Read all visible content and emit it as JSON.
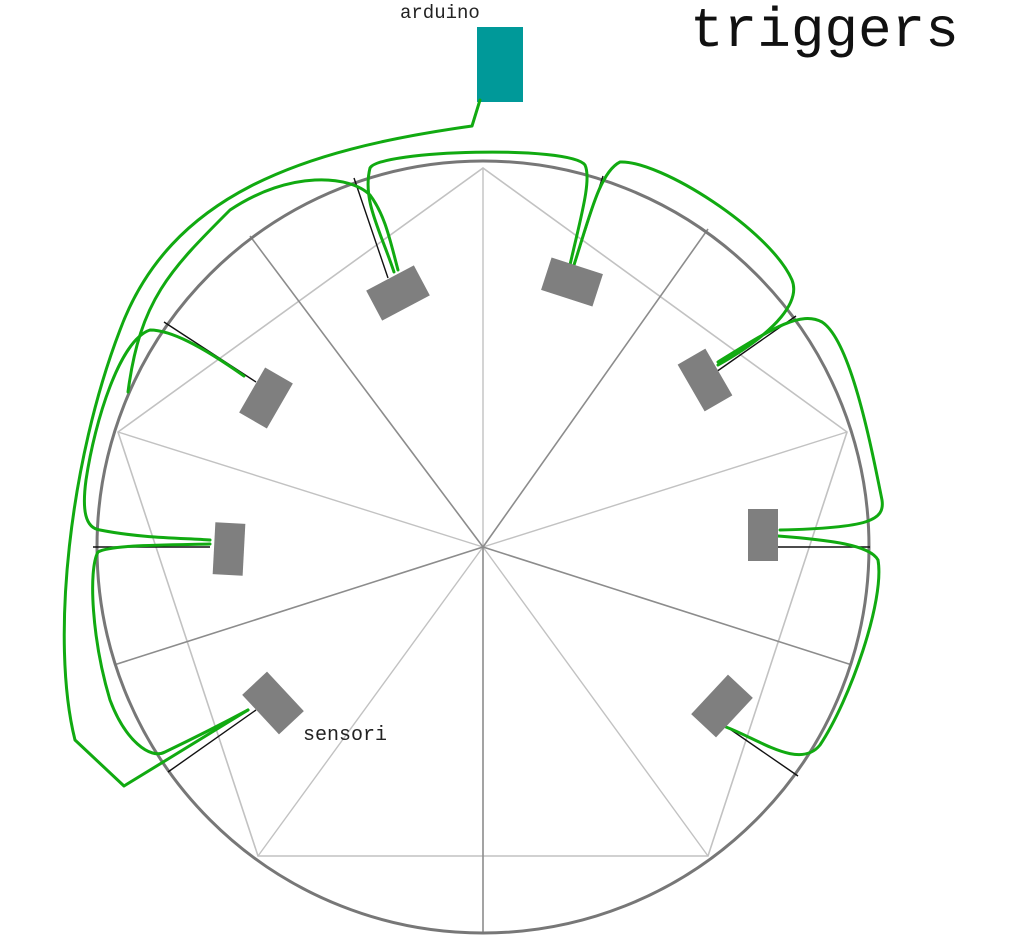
{
  "title": "triggers",
  "labels": {
    "controller": "arduino",
    "sensors": "sensori"
  },
  "colors": {
    "background": "#ffffff",
    "circle": "#777777",
    "radial_dark": "#8c8c8c",
    "radial_light": "#c2c2c2",
    "tick": "#111111",
    "sensor": "#7f7f7f",
    "wire": "#11aa11",
    "controller": "#009999"
  },
  "sensor_count": 8,
  "wire_count": 8
}
